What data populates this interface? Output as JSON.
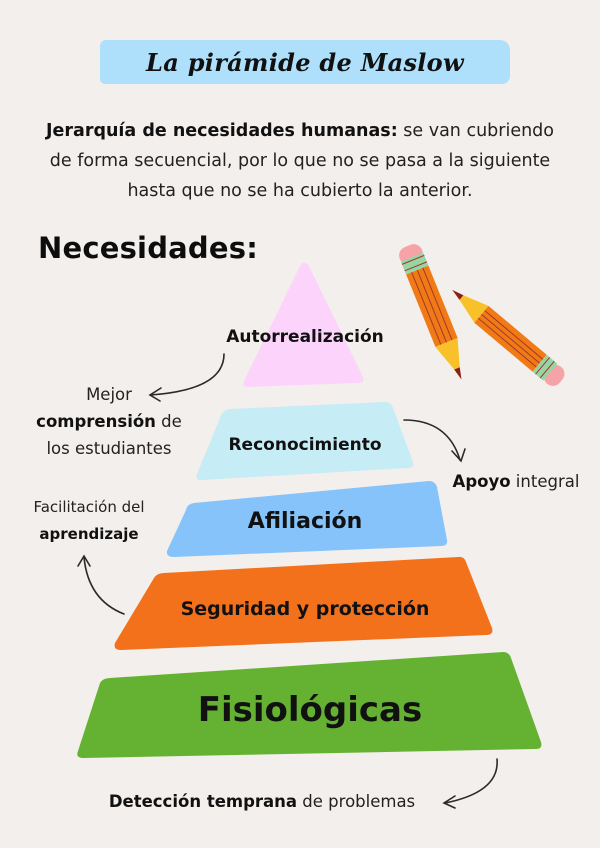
{
  "title": "La pirámide de Maslow",
  "intro": {
    "bold": "Jerarquía de necesidades humanas:",
    "rest_line1": " se van cubriendo",
    "line2": "de forma secuencial, por lo que no se pasa a la siguiente",
    "line3": "hasta que no se ha cubierto la anterior."
  },
  "heading": "Necesidades:",
  "pyramid": {
    "levels": [
      {
        "label": "Autorrealización",
        "color": "#fcd4fb"
      },
      {
        "label": "Reconocimiento",
        "color": "#c6ecf6"
      },
      {
        "label": "Afiliación",
        "color": "#85c3fa"
      },
      {
        "label": "Seguridad y protección",
        "color": "#f4711b"
      },
      {
        "label": "Fisiológicas",
        "color": "#65b232"
      }
    ]
  },
  "notes": {
    "comprension": {
      "line1": "Mejor",
      "bold": "comprensión",
      "rest": " de",
      "line3": "los estudiantes"
    },
    "apoyo": {
      "bold": "Apoyo",
      "rest": " integral"
    },
    "facilitacion": {
      "line1": "Facilitación del",
      "bold": "aprendizaje"
    },
    "deteccion": {
      "bold": "Detección temprana",
      "rest": " de problemas"
    }
  },
  "decorations": {
    "pencils": [
      "pencil-icon",
      "pencil-icon"
    ],
    "arrows": [
      "curved-arrow-icon",
      "curved-arrow-icon",
      "curved-arrow-icon",
      "curved-arrow-icon"
    ]
  }
}
